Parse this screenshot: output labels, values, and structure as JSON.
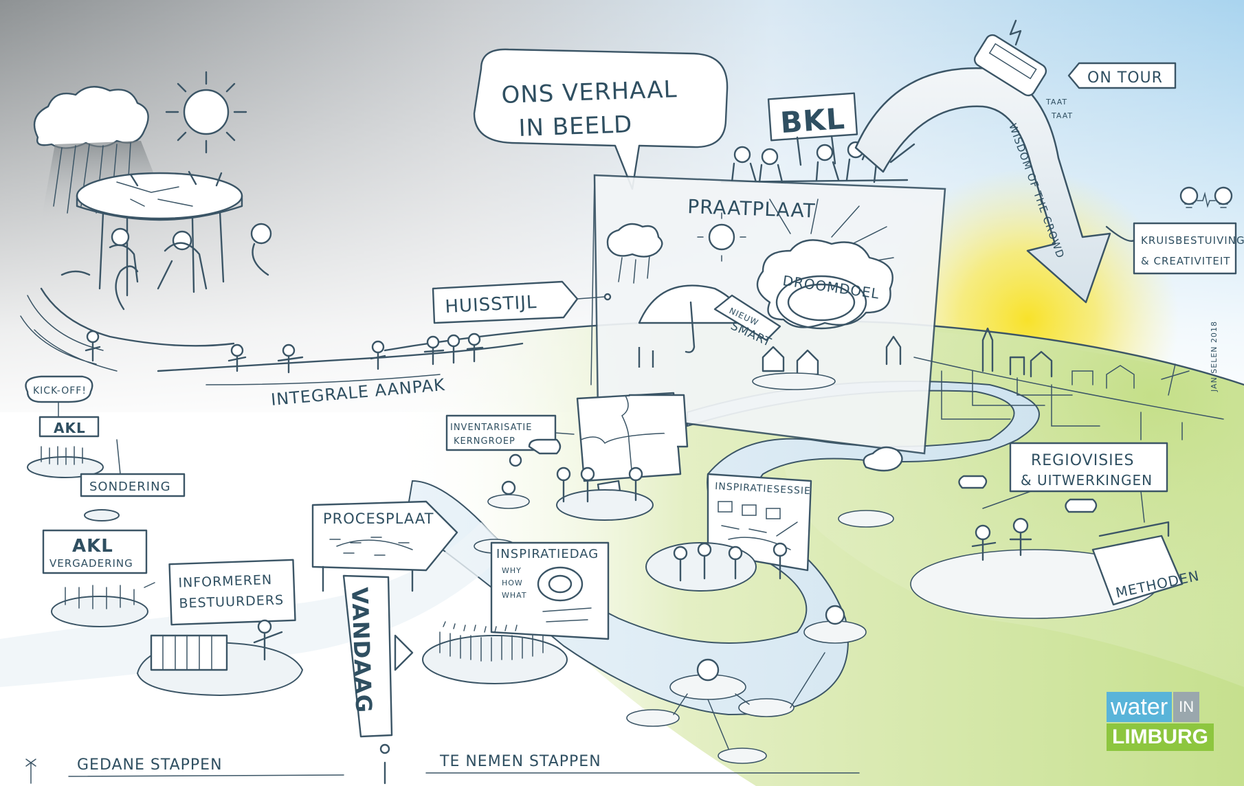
{
  "speech_bubble": {
    "line1": "ONS VERHAAL",
    "line2": "IN BEELD"
  },
  "bkl_sign": "BKL",
  "on_tour": "ON TOUR",
  "taat": {
    "line1": "TAAT",
    "line2": "TAAT"
  },
  "wisdom": "WISDOM OF THE CROWD",
  "kruis": {
    "line1": "KRUISBESTUIVING",
    "line2": "& CREATIVITEIT"
  },
  "praatplaat": "PRAATPLAAT",
  "droomdoel": "DROOMDOEL",
  "nieuw_smart": {
    "line1": "NIEUW",
    "line2": "SMART"
  },
  "huisstijl": "HUISSTIJL",
  "integrale": "INTEGRALE AANPAK",
  "kickoff": "KICK-OFF!",
  "akl": "AKL",
  "sondering": "SONDERING",
  "akl_vergadering": {
    "line1": "AKL",
    "line2": "VERGADERING"
  },
  "informeren": {
    "line1": "INFORMEREN",
    "line2": "BESTUURDERS"
  },
  "procesplaat": "PROCESPLAAT",
  "vandaag": "VANDAAG",
  "inventarisatie": {
    "line1": "INVENTARISATIE",
    "line2": "KERNGROEP"
  },
  "inspiratiesessie": "INSPIRATIESESSIE",
  "inspiratiedag": {
    "title": "INSPIRATIEDAG",
    "why": "WHY",
    "how": "HOW",
    "what": "WHAT"
  },
  "regiovisies": {
    "line1": "REGIOVISIES",
    "line2": "& UITWERKINGEN"
  },
  "methoden": "METHODEN",
  "signature": "JAN SELEN 2018",
  "gedane": "GEDANE STAPPEN",
  "te_nemen": "TE NEMEN STAPPEN",
  "logo": {
    "water": "water",
    "in": "IN",
    "limburg": "LIMBURG"
  },
  "colors": {
    "ink": "#3b5566",
    "sky_blue": "#a9d4ef",
    "sun_yellow": "#f8e43a",
    "grass_green": "#cde39a",
    "storm_grey": "#9ea3a6",
    "logo_blue": "#59b4d9",
    "logo_green": "#8dc63f"
  }
}
